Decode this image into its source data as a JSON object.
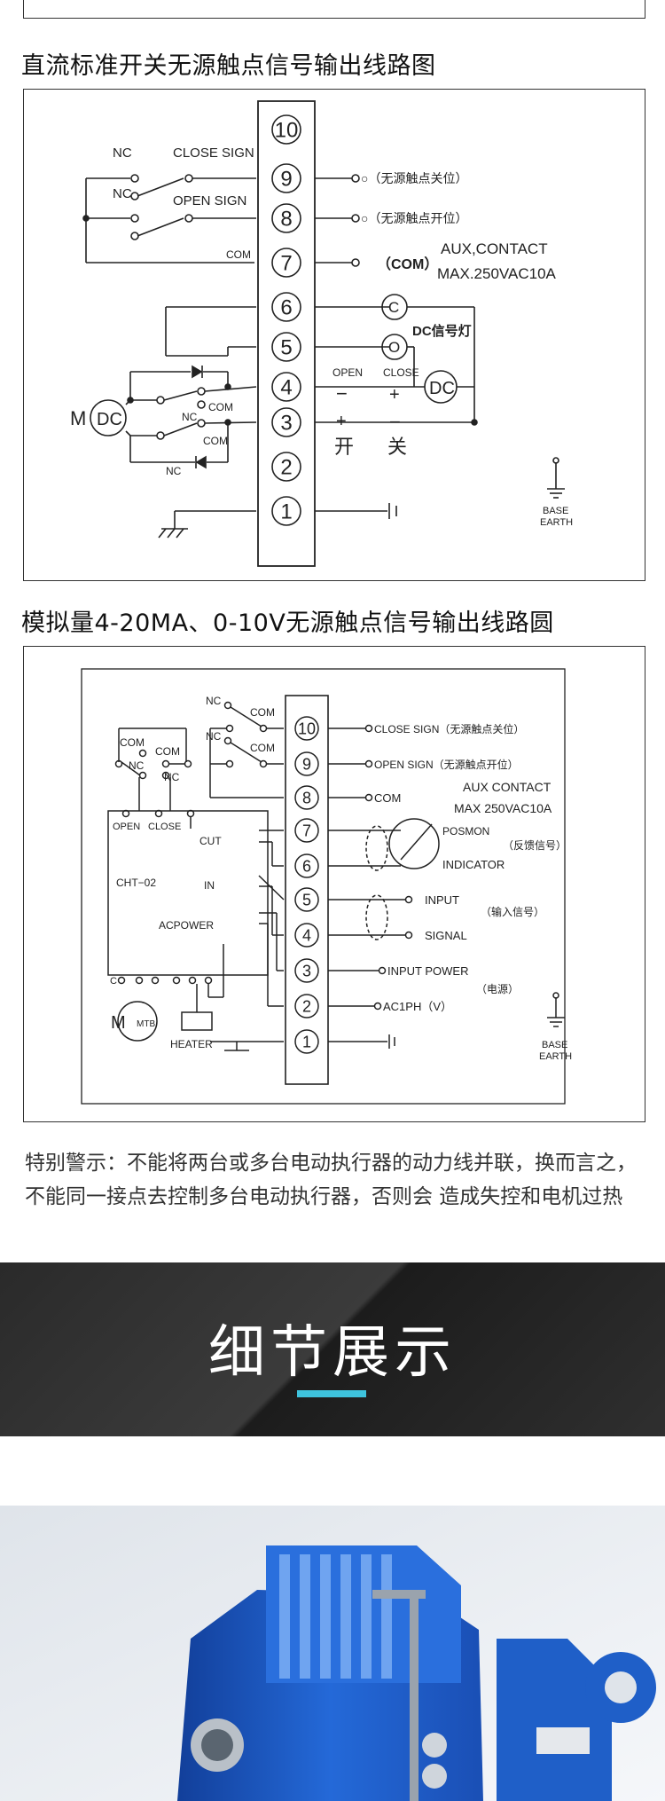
{
  "section1": {
    "title": "直流标准开关无源触点信号输出线路图",
    "terminals": [
      "10",
      "9",
      "8",
      "7",
      "6",
      "5",
      "4",
      "3",
      "2",
      "1"
    ],
    "labels": {
      "nc1": "NC",
      "close_sign": "CLOSE SIGN",
      "nc2": "NC",
      "open_sign": "OPEN SIGN",
      "com": "COM",
      "t9": "○（无源触点关位）",
      "t8": "○（无源触点开位）",
      "t7_com": "（COM）",
      "aux": "AUX,CONTACT",
      "max": "MAX.250VAC10A",
      "c": "C",
      "o": "O",
      "dc_lamp": "DC信号灯",
      "open": "OPEN",
      "close": "CLOSE",
      "minus": "−",
      "plus": "+",
      "plus2": "+",
      "minus2": "−",
      "kai": "开",
      "guan": "关",
      "m": "M",
      "dc": "DC",
      "dc2": "DC",
      "com2": "COM",
      "com3": "COM",
      "nc3": "NC",
      "nc4": "NC",
      "base": "BASE",
      "earth": "EARTH"
    }
  },
  "section2": {
    "title": "模拟量4-20MA、0-10V无源触点信号输出线路圆",
    "terminals": [
      "10",
      "9",
      "8",
      "7",
      "6",
      "5",
      "4",
      "3",
      "2",
      "1"
    ],
    "labels": {
      "nc_a": "NC",
      "com_a": "COM",
      "nc_b": "NC",
      "com_b": "COM",
      "com_c": "COM",
      "nc_c": "NC",
      "com_d": "COM",
      "nc_d": "NC",
      "close_sign": "CLOSE SIGN（无源触点关位）",
      "open_sign": "OPEN SIGN（无源触点开位）",
      "com": "COM",
      "aux": "AUX CONTACT",
      "max": "MAX 250VAC10A",
      "posmon": "POSMON",
      "feedback": "（反馈信号）",
      "indicator": "INDICATOR",
      "input": "INPUT",
      "input_sig": "（输入信号）",
      "signal": "SIGNAL",
      "input_power": "INPUT POWER",
      "power": "（电源）",
      "ac1ph": "AC1PH（V）",
      "open": "OPEN",
      "close": "CLOSE",
      "cut": "CUT",
      "in": "IN",
      "cht": "CHT−02",
      "acpower": "ACPOWER",
      "heater": "HEATER",
      "m": "M",
      "mtb": "MTB",
      "c": "C",
      "base": "BASE",
      "earth": "EARTH"
    }
  },
  "warning": "特别警示：不能将两台或多台电动执行器的动力线并联，换而言之，不能同一接点去控制多台电动执行器，否则会 造成失控和电机过热",
  "banner": {
    "title": "细节展示"
  },
  "colors": {
    "accent": "#3ec3dd",
    "valve_blue": "#1f5fc8"
  }
}
